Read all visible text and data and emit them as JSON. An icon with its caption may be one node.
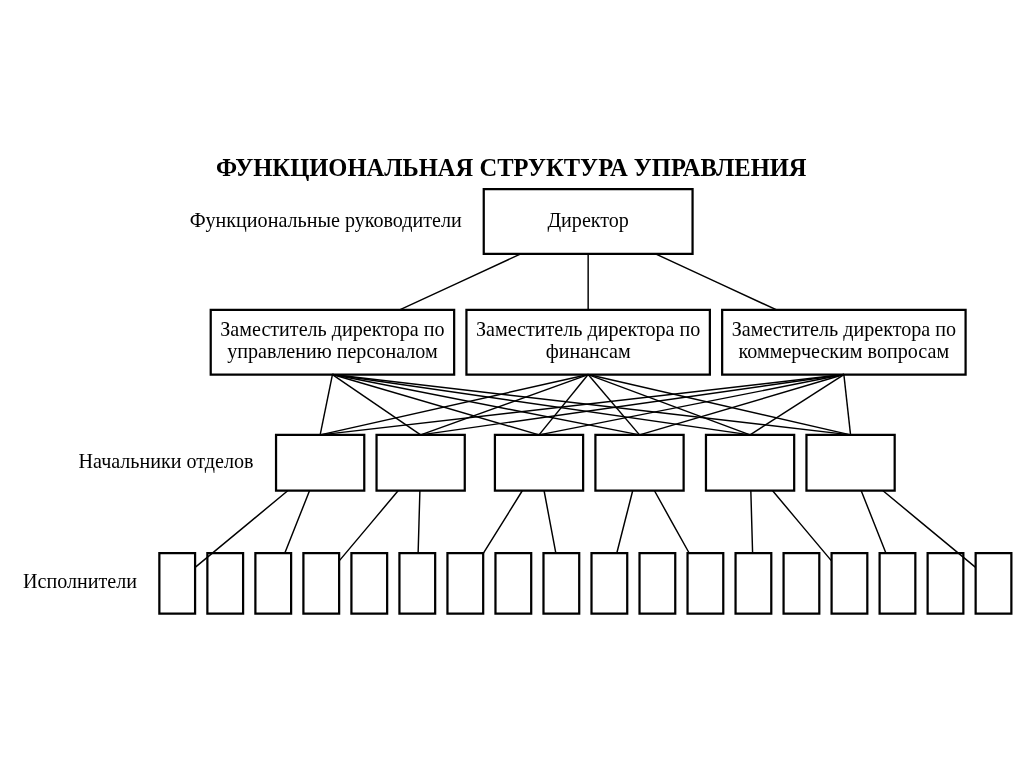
{
  "diagram": {
    "title": "ФУНКЦИОНАЛЬНАЯ СТРУКТУРА УПРАВЛЕНИЯ",
    "nodes": [
      {
        "text": [
          "Директор"
        ]
      },
      {
        "text": [
          "Заместитель директора по управлению персоналом"
        ]
      },
      {
        "text": [
          "Заместитель директора по финансам"
        ]
      },
      {
        "text": [
          "Заместитель директора по коммерческим вопросам"
        ]
      },
      {
        "text": [],
        "shape": "box"
      },
      {
        "text": [],
        "shape": "box"
      },
      {
        "text": [],
        "shape": "box"
      },
      {
        "text": [],
        "shape": "box"
      },
      {
        "text": [],
        "shape": "box"
      },
      {
        "text": [],
        "shape": "box"
      },
      {
        "text": [],
        "shape": "box"
      },
      {
        "text": [],
        "shape": "box"
      },
      {
        "text": [],
        "shape": "box"
      },
      {
        "text": [],
        "shape": "box"
      },
      {
        "text": [],
        "shape": "box"
      },
      {
        "text": [],
        "shape": "box"
      },
      {
        "text": [],
        "shape": "box"
      },
      {
        "text": [],
        "shape": "box"
      },
      {
        "text": [],
        "shape": "box"
      },
      {
        "text": [],
        "shape": "box"
      },
      {
        "text": [],
        "shape": "box"
      },
      {
        "text": [],
        "shape": "box"
      },
      {
        "text": [],
        "shape": "box"
      },
      {
        "text": [],
        "shape": "box"
      },
      {
        "text": [],
        "shape": "box"
      },
      {
        "text": [],
        "shape": "box"
      },
      {
        "text": [],
        "shape": "box"
      },
      {
        "text": [],
        "shape": "box"
      }
    ],
    "edges": [
      {
        "from": 0,
        "to": 1,
        "arrow": "none"
      },
      {
        "from": 0,
        "to": 2,
        "arrow": "none"
      },
      {
        "from": 0,
        "to": 3,
        "arrow": "none"
      },
      {
        "from": 1,
        "to": 4,
        "arrow": "none"
      },
      {
        "from": 1,
        "to": 5,
        "arrow": "none"
      },
      {
        "from": 1,
        "to": 6,
        "arrow": "none"
      },
      {
        "from": 1,
        "to": 7,
        "arrow": "none"
      },
      {
        "from": 1,
        "to": 8,
        "arrow": "none"
      },
      {
        "from": 1,
        "to": 9,
        "arrow": "none"
      },
      {
        "from": 2,
        "to": 4,
        "arrow": "none"
      },
      {
        "from": 2,
        "to": 5,
        "arrow": "none"
      },
      {
        "from": 2,
        "to": 6,
        "arrow": "none"
      },
      {
        "from": 2,
        "to": 7,
        "arrow": "none"
      },
      {
        "from": 2,
        "to": 8,
        "arrow": "none"
      },
      {
        "from": 2,
        "to": 9,
        "arrow": "none"
      },
      {
        "from": 3,
        "to": 4,
        "arrow": "none"
      },
      {
        "from": 3,
        "to": 5,
        "arrow": "none"
      },
      {
        "from": 3,
        "to": 6,
        "arrow": "none"
      },
      {
        "from": 3,
        "to": 7,
        "arrow": "none"
      },
      {
        "from": 3,
        "to": 8,
        "arrow": "none"
      },
      {
        "from": 3,
        "to": 9,
        "arrow": "none"
      },
      {
        "from": 4,
        "to": 10,
        "arrow": "none"
      },
      {
        "from": 4,
        "to": 12,
        "arrow": "none"
      },
      {
        "from": 5,
        "to": 13,
        "arrow": "none"
      },
      {
        "from": 5,
        "to": 15,
        "arrow": "none"
      },
      {
        "from": 6,
        "to": 16,
        "arrow": "none"
      },
      {
        "from": 6,
        "to": 18,
        "arrow": "none"
      },
      {
        "from": 7,
        "to": 19,
        "arrow": "none"
      },
      {
        "from": 7,
        "to": 21,
        "arrow": "none"
      },
      {
        "from": 8,
        "to": 22,
        "arrow": "none"
      },
      {
        "from": 8,
        "to": 24,
        "arrow": "none"
      },
      {
        "from": 9,
        "to": 25,
        "arrow": "none"
      },
      {
        "from": 9,
        "to": 27,
        "arrow": "none"
      }
    ],
    "labels": [
      "Функциональные руководители",
      "Начальники отделов",
      "Исполнители"
    ]
  }
}
